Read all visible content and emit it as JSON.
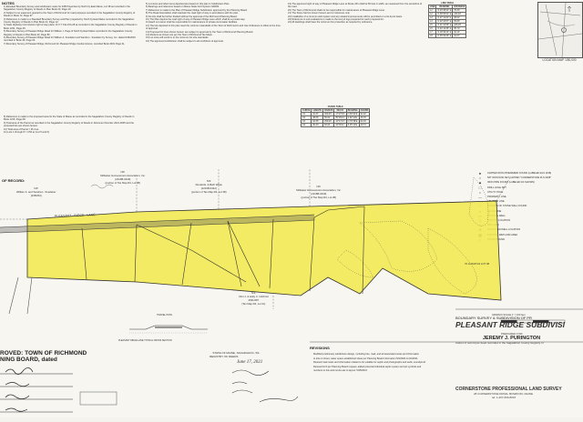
{
  "top_notes_header": "NOTES",
  "record_header": "OF RECORD:",
  "approval": {
    "line1": "ROVED: TOWN OF RICHMOND",
    "line2": "NING BOARD, dated"
  },
  "title_block": {
    "line1": "BOUNDARY SURVEY & SUBDIVISION OF PR",
    "line2": "PLEASANT RIDGE SUBDIVISI",
    "prepared_for": "PREPARED FOR:",
    "owner": "JEREMY J. PURINGTON",
    "owner_note": "Owner of record per deed recorded in the Sagadahoc County Registry of",
    "firm": "CORNERSTONE PROFESSIONAL LAND SURVEY",
    "firm_addr": "28 CORNERSTONE DRIVE, BOWDOIN, MAINE",
    "firm_tel": "tel: 1-207-666-8015"
  },
  "revisions_header": "REVISIONS",
  "revisions": [
    "Modified preliminary subdivision design, including lots, road, and all associated notes and information",
    "to lots on sheet, water space established sheet per Planning Board information 5/4/2020 & 2/2/2021.",
    "Revised road notes and information related to lot suitable for septic and photographs and wells; soundproof",
    "Revised lot 8 per Planning Board request; added potential individual septic system and pit symbols and",
    "numbers to lots and cul-de-sac to layout. 5/25/2021"
  ],
  "abutters": [
    {
      "id": "abutter-williams",
      "text": "N/F\nWilliam A. and Sandra L. Snedeker\n(2356/54)"
    },
    {
      "id": "abutter-stillwater",
      "text": "N/F\nStillwater Homeowners Association, Inc.\n(2214B-0449)\n(portion of Tax Map R4, Lot 38)"
    },
    {
      "id": "abutter-donald",
      "text": "N/F\nDonald E. & Beth White\n(2216B-0442)\n(portion of Tax Map R4, Lot 38)"
    },
    {
      "id": "abutter-stillwater2",
      "text": "N/F\nStillwater Homeowners Association, Inc.\n(2216B-0449)\n(portion of Tax Map R4, Lot 38)"
    },
    {
      "id": "abutter-clint",
      "text": "N/F\nClint J. & Holly C. Gilchrist\n2931/287\n(Tax Map R4, Lot 3c)"
    }
  ],
  "road_label": "PLEASANT - RIDGE - LANE",
  "legend_items": [
    {
      "sym": "●",
      "text": "CAPPED IRON PIPE/REBAR FOUND (LABELED ELS 1198)"
    },
    {
      "sym": "○",
      "text": "5/8\" IRON ROD SET CAPPED \"CORNERSTONE PLS 2468\""
    },
    {
      "sym": "▲",
      "text": "IRON PIPE FOUND (LABELED AS SHOWN)"
    },
    {
      "sym": "□",
      "text": "DRILL HOLE SET"
    },
    {
      "sym": "•",
      "text": "UTILITY POLE"
    },
    {
      "sym": "—",
      "text": "PROPERTY LINE"
    },
    {
      "sym": "- -",
      "text": "ABUTTER LINE"
    },
    {
      "sym": "∼",
      "text": "REMAINS OF STONE WALL FOUND"
    },
    {
      "sym": "x",
      "text": "FENCE LINE"
    },
    {
      "sym": "▭",
      "text": "EXISTING WELL"
    },
    {
      "sym": "◇",
      "text": "TEST PIT LOCATION"
    },
    {
      "sym": "≈",
      "text": "WETLAND"
    },
    {
      "sym": "⊕",
      "text": "PROPOSED WELL LOCATION"
    },
    {
      "sym": "▩",
      "text": "EXISTING WETLAND AREA"
    },
    {
      "sym": "○",
      "text": "STONE BOUND"
    }
  ],
  "scale_label": "GRAPHIC SCALE  1\" = 100 feet",
  "location_map_label": "LOCATION MAP 1/50,000",
  "table_headers": [
    "LINE",
    "BEARING",
    "DISTANCE"
  ],
  "line_table_title": "LINE TABLE",
  "curve_table_title": "CURVE TABLE",
  "curve_headers": [
    "CURVE",
    "LENGTH",
    "RADIUS",
    "DELTA",
    "BEARING",
    "CHORD"
  ],
  "line_rows": [
    [
      "L1",
      "N 23°38'41\" E",
      "76.33'"
    ],
    [
      "L2",
      "N 08°05'21\" E",
      "130.40'"
    ],
    [
      "L3",
      "N 27°11'20\" E",
      "68.02'"
    ],
    [
      "L4",
      "N 42°23'57\" E",
      "55.89'"
    ],
    [
      "L5",
      "N 21°22'55\" E",
      "108.26'"
    ],
    [
      "L6",
      "N 04°12'36\" E",
      "85.70'"
    ],
    [
      "L7",
      "N 18°49'12\" E",
      "62.14'"
    ],
    [
      "L8",
      "N 35°09'46\" E",
      "91.07'"
    ]
  ],
  "curve_rows": [
    [
      "C1",
      "91.37'",
      "300.00'",
      "17°27'03\"",
      "N 83°24'E",
      "91.02'"
    ],
    [
      "C2",
      "48.66'",
      "50.00'",
      "55°45'21\"",
      "S 62°11'E",
      "46.76'"
    ],
    [
      "C3",
      "62.35'",
      "250.00'",
      "14°17'21\"",
      "N 79°48'E",
      "62.19'"
    ],
    [
      "C4",
      "30.20'",
      "50.00'",
      "34°36'11\"",
      "S 45°12'E",
      "29.74'"
    ]
  ],
  "travel_path_label": "TRAVEL PATH",
  "road_section_label": "PLEASANT RIDGE LANE TYPICAL CROSS SECTION",
  "stamp_text": "STATE OF MAINE, SAGADAHOC, SS.\nREGISTRY OF DEEDS",
  "stamp_date": "June 17, 2021",
  "landowner_note": "70 H MAP R4 LOT 38",
  "colors": {
    "paper": "#f7f6f1",
    "highlight": "#f2e94a",
    "ink": "#2b2b2b"
  }
}
